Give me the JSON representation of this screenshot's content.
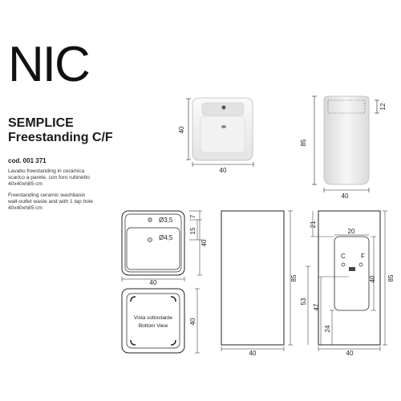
{
  "brand": {
    "logo_text": "NIC"
  },
  "product": {
    "name_line1": "SEMPLICE",
    "name_line2": "Freestanding C/F",
    "code": "cod. 001  371",
    "desc_it": [
      "Lavabo freestanding in ceramica",
      "scarico a parete, con foro rubinetto",
      "40x40xh85 cm"
    ],
    "desc_en": [
      "Freestanding ceramic washbasin",
      "wall-outlet waste and with 1 tap hole",
      "40x40xh85 cm"
    ]
  },
  "dims": {
    "top_width": "40",
    "top_depth": "40",
    "side_height": "85",
    "side_rim": "12",
    "side_width": "40",
    "plan_hole1": "Ø3,5",
    "plan_hole2": "Ø4,5",
    "plan_d7": "7",
    "plan_d15": "15",
    "plan_d40v": "40",
    "plan_d40h": "40",
    "bottom_d40v": "40",
    "front_h85": "85",
    "front_w40": "40",
    "back_d21": "21",
    "back_d20": "20",
    "back_d40v": "40",
    "back_d53": "53",
    "back_d47": "47",
    "back_d24": "24",
    "back_h85": "85",
    "back_w40": "40",
    "back_label_c": "C",
    "back_label_f": "F"
  },
  "bottom_view": {
    "label_it": "Vista sottostante",
    "label_en": "Bottom View"
  }
}
